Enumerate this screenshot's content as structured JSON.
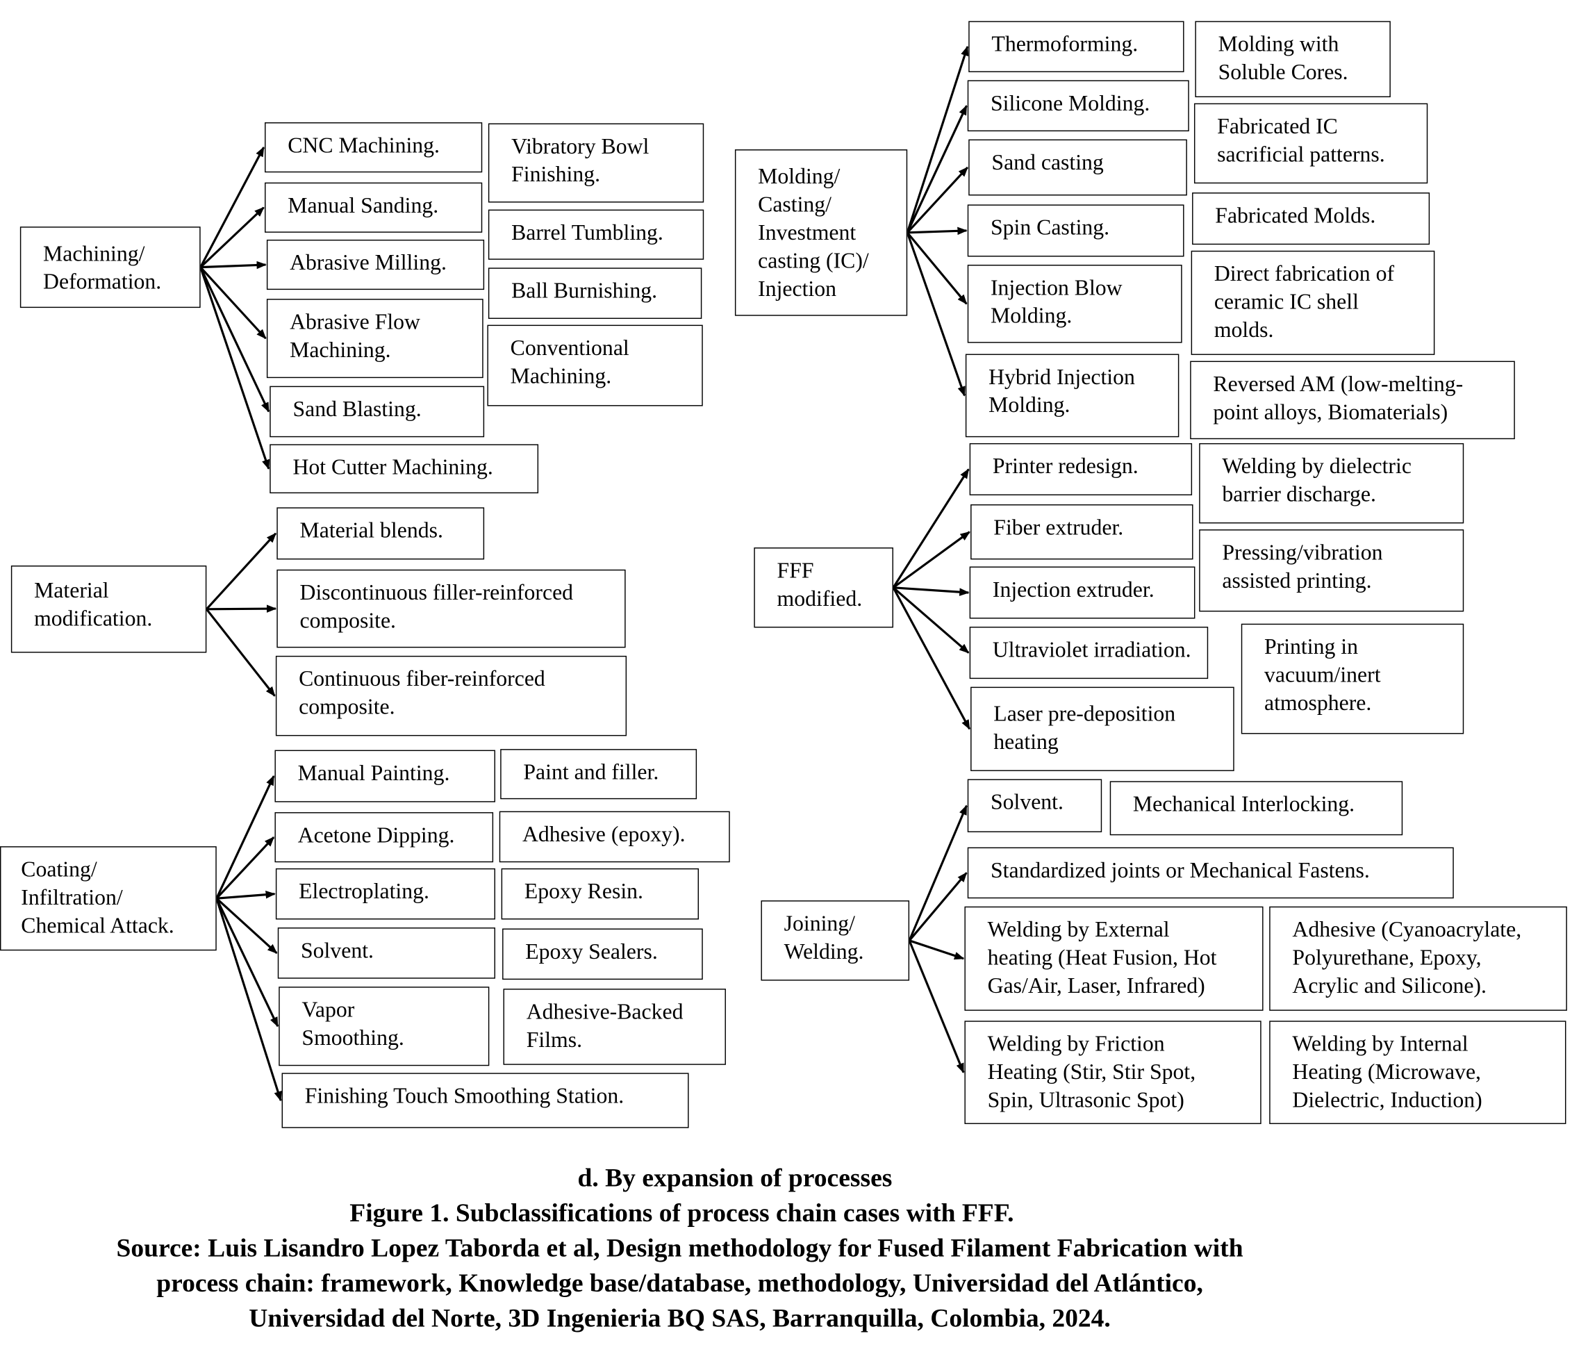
{
  "groups": {
    "machining": {
      "root": "Machining/\nDeformation.",
      "items": [
        "CNC Machining.",
        "Manual Sanding.",
        "Abrasive Milling.",
        "Abrasive Flow\nMachining.",
        "Sand Blasting.",
        "Hot Cutter Machining."
      ],
      "side": [
        "Vibratory Bowl\nFinishing.",
        "Barrel Tumbling.",
        "Ball Burnishing.",
        "Conventional\nMachining."
      ]
    },
    "material": {
      "root": "Material\nmodification.",
      "items": [
        "Material blends.",
        "Discontinuous filler-reinforced\ncomposite.",
        "Continuous fiber-reinforced\ncomposite."
      ]
    },
    "coating": {
      "root": "Coating/\nInfiltration/\nChemical Attack.",
      "items": [
        "Manual Painting.",
        "Acetone Dipping.",
        "Electroplating.",
        "Solvent.",
        "Vapor\nSmoothing.",
        "Finishing Touch Smoothing Station."
      ],
      "side": [
        "Paint and filler.",
        "Adhesive (epoxy).",
        "Epoxy Resin.",
        "Epoxy Sealers.",
        "Adhesive-Backed\nFilms."
      ]
    },
    "molding": {
      "root": "Molding/\nCasting/\nInvestment\ncasting (IC)/\nInjection",
      "items": [
        "Thermoforming.",
        "Silicone Molding.",
        "Sand casting",
        "Spin Casting.",
        "Injection Blow\nMolding.",
        "Hybrid Injection\nMolding."
      ],
      "side": [
        "Molding with\nSoluble Cores.",
        "Fabricated IC\nsacrificial patterns.",
        "Fabricated Molds.",
        "Direct fabrication of\nceramic IC shell\nmolds.",
        "Reversed AM (low-melting-\npoint alloys, Biomaterials)"
      ]
    },
    "fff": {
      "root": "FFF\nmodified.",
      "items": [
        "Printer redesign.",
        "Fiber extruder.",
        "Injection extruder.",
        "Ultraviolet irradiation.",
        "Laser pre-deposition\nheating"
      ],
      "side": [
        "Welding by dielectric\nbarrier discharge.",
        "Pressing/vibration\nassisted printing.",
        "Printing in\nvacuum/inert\natmosphere."
      ]
    },
    "joining": {
      "root": "Joining/\nWelding.",
      "items": [
        "Solvent.",
        "Standardized joints or Mechanical Fastens.",
        "Welding by External\nheating (Heat Fusion, Hot\nGas/Air, Laser, Infrared)",
        "Welding by Friction\nHeating (Stir, Stir Spot,\nSpin, Ultrasonic Spot)"
      ],
      "side": [
        "Mechanical Interlocking.",
        "Adhesive (Cyanoacrylate,\nPolyurethane, Epoxy,\nAcrylic and Silicone).",
        "Welding by Internal\nHeating (Microwave,\nDielectric, Induction)"
      ]
    }
  },
  "caption": {
    "subtitle": "d. By expansion of processes",
    "figure": "Figure 1. Subclassifications of process chain cases with FFF.",
    "source1": "Source: Luis Lisandro Lopez Taborda et al, Design methodology for Fused Filament Fabrication with",
    "source2": "process chain: framework, Knowledge base/database, methodology, Universidad del Atlántico,",
    "source3": "Universidad del Norte, 3D Ingenieria BQ SAS, Barranquilla, Colombia, 2024."
  }
}
